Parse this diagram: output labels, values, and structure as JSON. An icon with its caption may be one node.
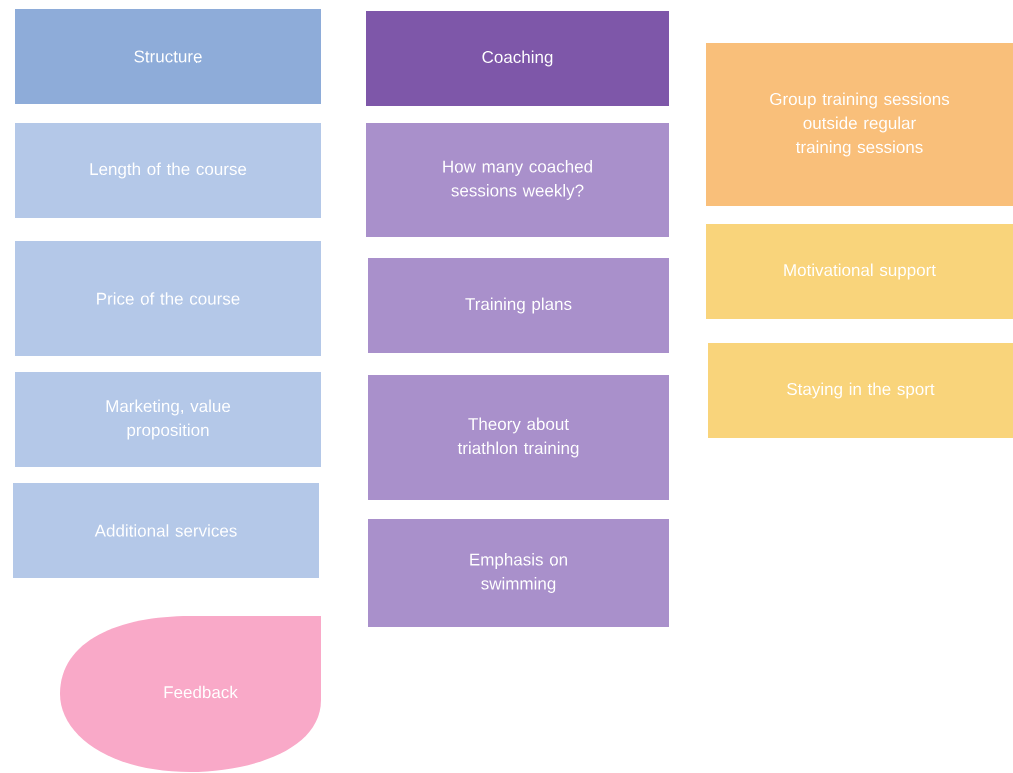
{
  "diagram": {
    "nodes": [
      {
        "text": [
          "Structure"
        ]
      },
      {
        "text": [
          "Length of the course"
        ]
      },
      {
        "text": [
          "Price of the course"
        ]
      },
      {
        "text": [
          "Marketing, value proposition"
        ]
      },
      {
        "text": [
          "Additional services"
        ]
      },
      {
        "text": [
          "Feedback"
        ]
      },
      {
        "text": [
          "Coaching"
        ]
      },
      {
        "text": [
          "How many coached sessions weekly?"
        ]
      },
      {
        "text": [
          "Training plans"
        ]
      },
      {
        "text": [
          "Theory about triathlon training"
        ]
      },
      {
        "text": [
          "Emphasis on swimming"
        ]
      },
      {
        "text": [
          "Group training sessions outside regular training sessions"
        ]
      },
      {
        "text": [
          "Motivational support"
        ]
      },
      {
        "text": [
          "Staying in the sport"
        ]
      }
    ]
  }
}
